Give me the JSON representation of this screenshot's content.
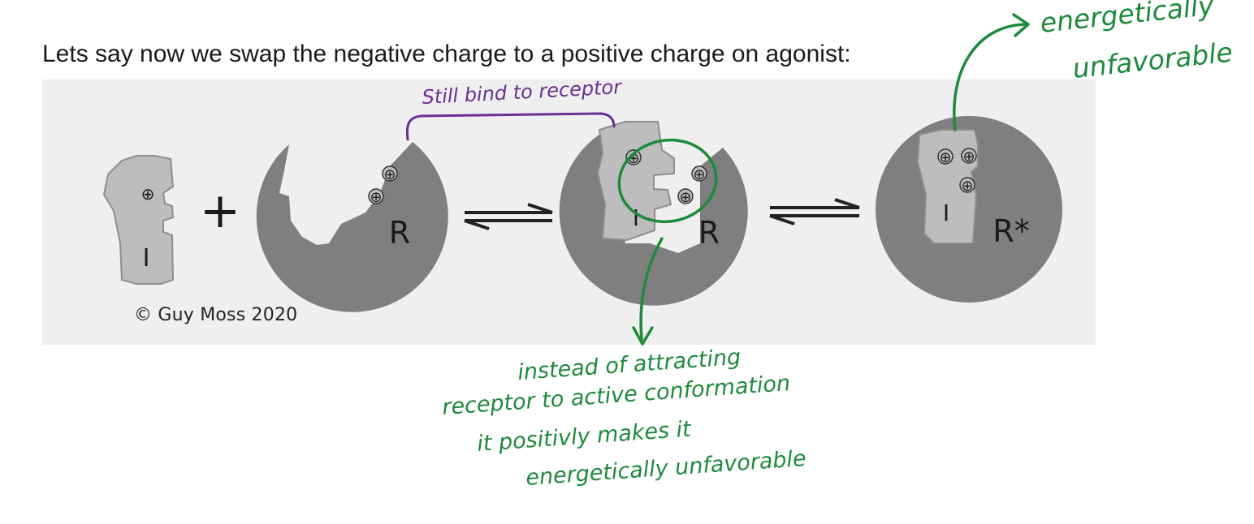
{
  "heading": "Lets say now we swap the negative charge to a positive charge on agonist:",
  "figure": {
    "ligand_label": "I",
    "receptor_label": "R",
    "active_receptor_label": "R*",
    "plus_sign": "+",
    "charge_symbol": "⊕",
    "copyright": "© Guy Moss 2020"
  },
  "annotations": {
    "bind_note": "Still bind to receptor",
    "energy_note_line1": "energetically",
    "energy_note_line2": "unfavorable",
    "explanation_lines": [
      "instead of attracting",
      "receptor to active conformation",
      "it positivly makes it",
      "energetically unfavorable"
    ]
  },
  "colors": {
    "receptor_gray": "#7f7f7f",
    "ligand_gray": "#bdbdbd",
    "annotation_green": "#1e8a3c",
    "annotation_purple": "#6b2f94",
    "panel_background": "#efefef"
  }
}
